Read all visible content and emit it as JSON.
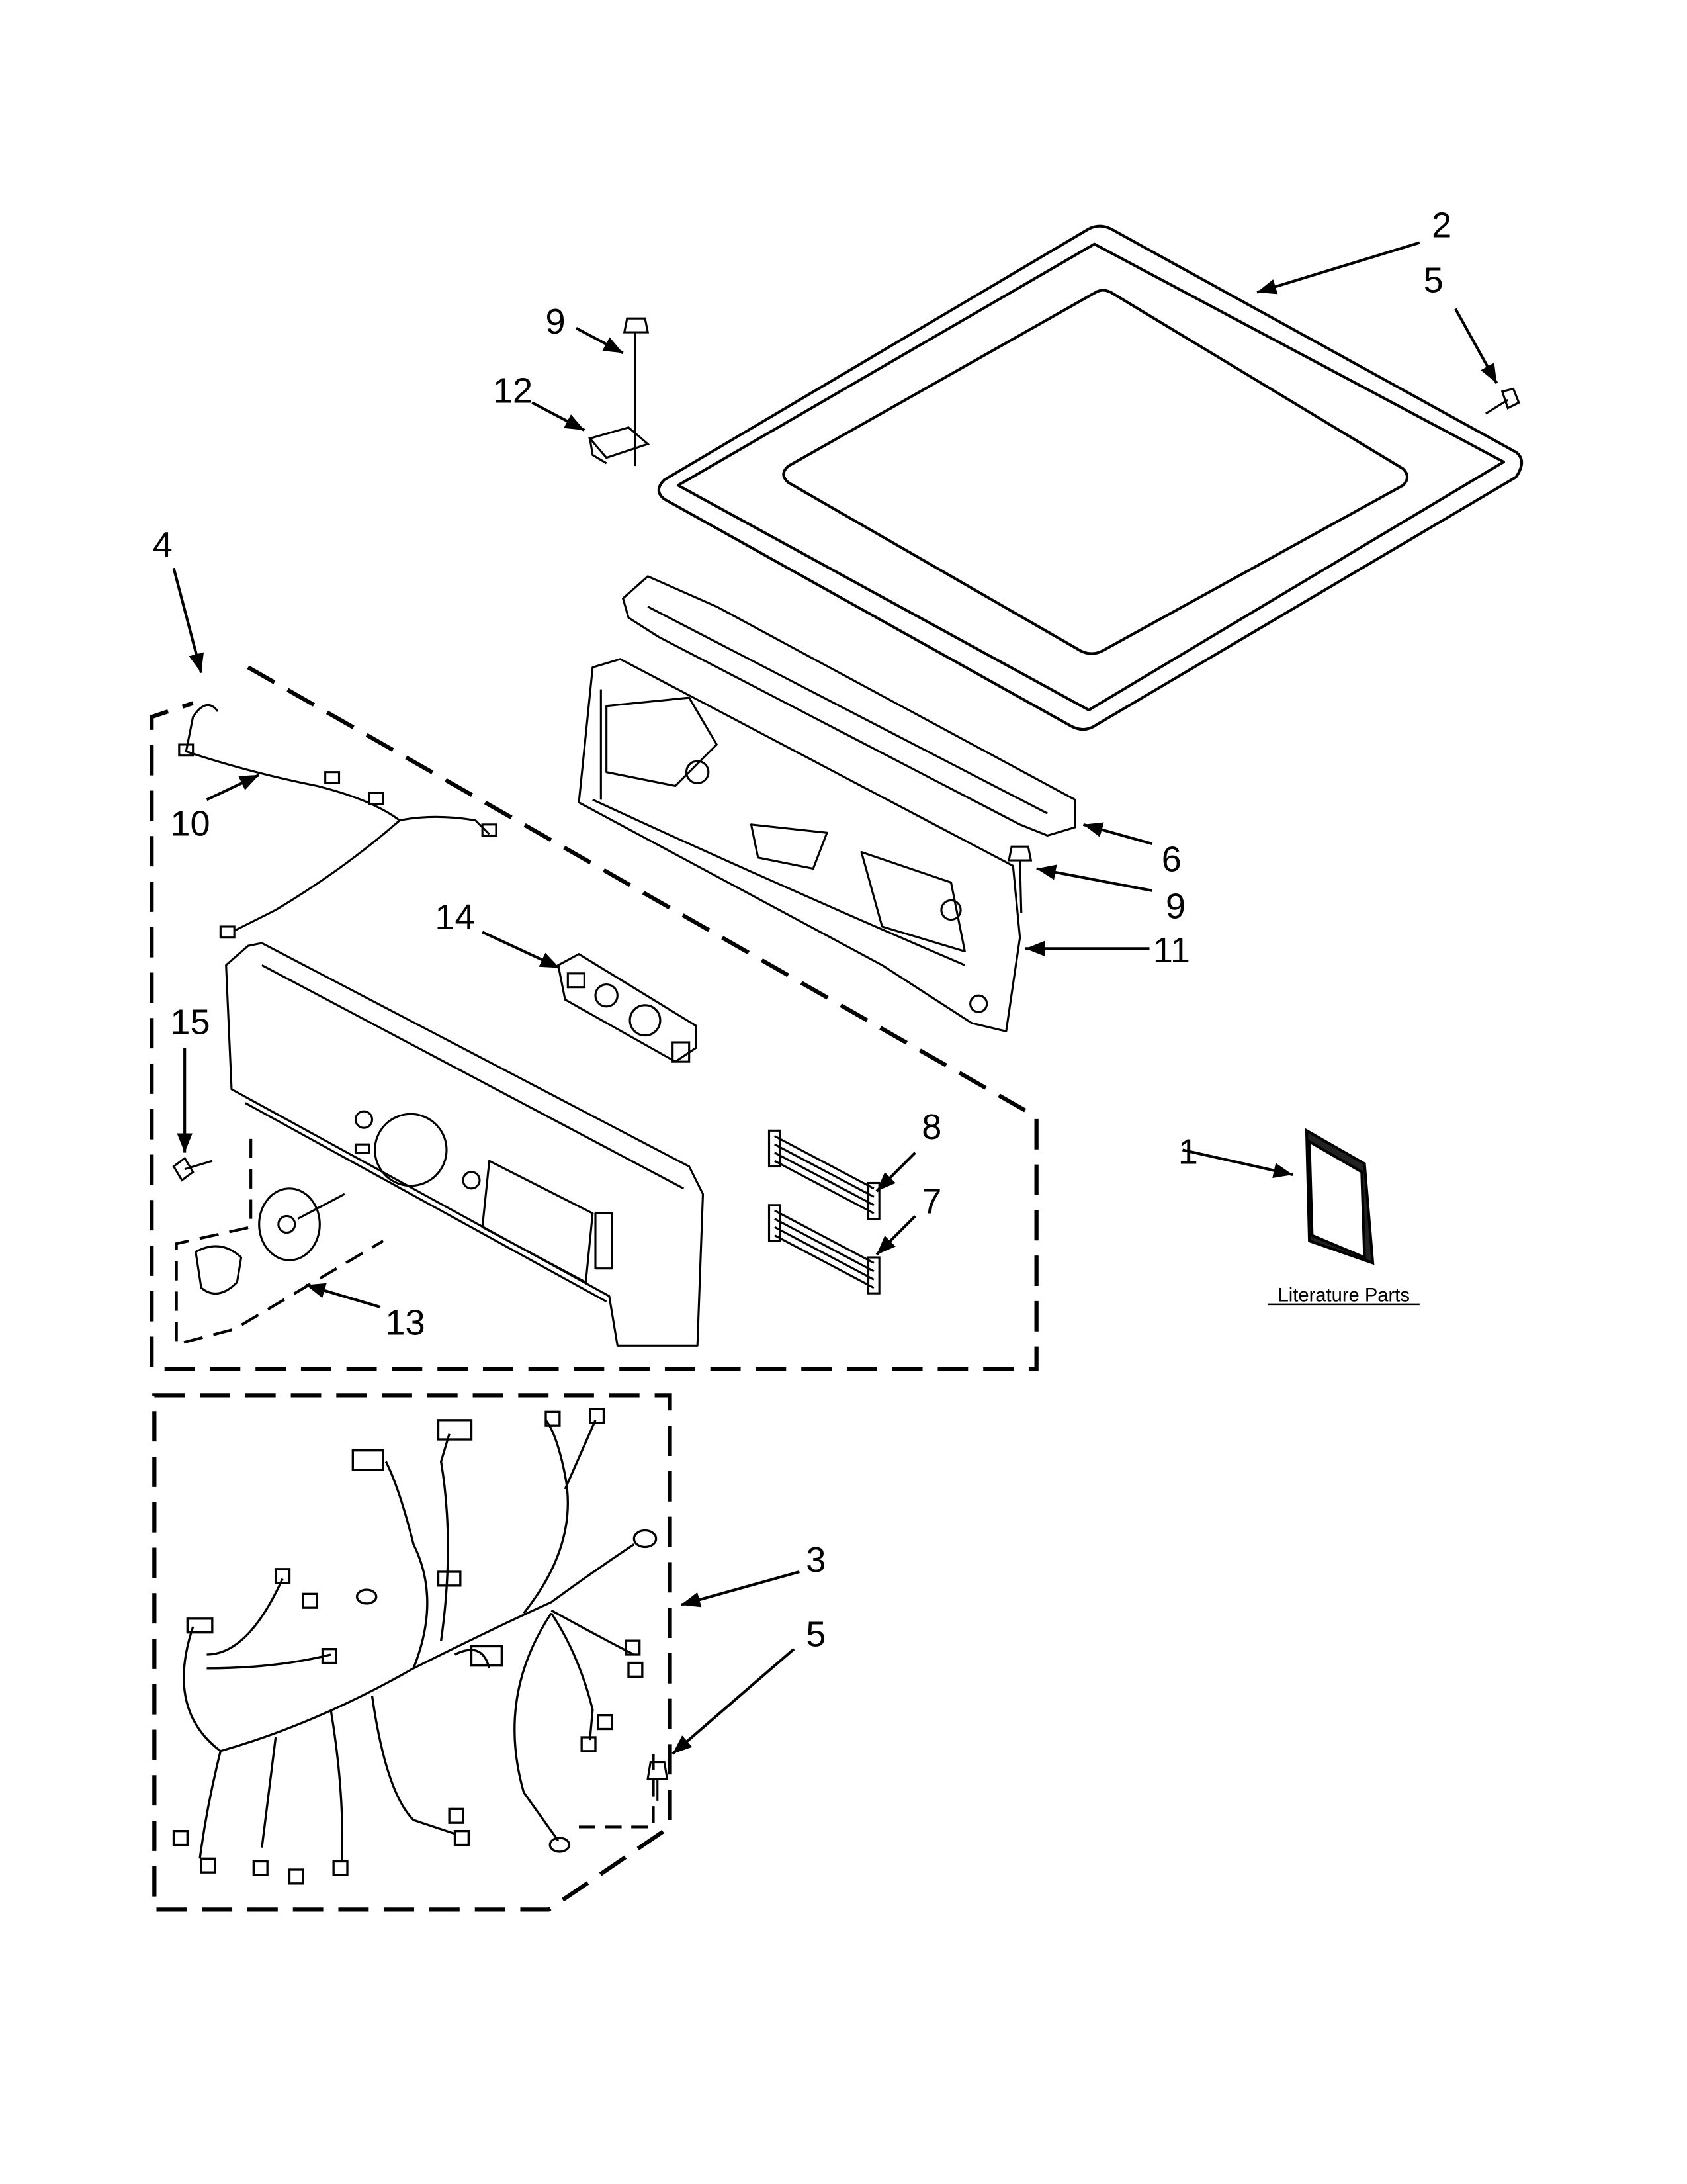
{
  "callouts": {
    "c1": "1",
    "c2": "2",
    "c3": "3",
    "c4": "4",
    "c5a": "5",
    "c5b": "5",
    "c6": "6",
    "c7": "7",
    "c8": "8",
    "c9a": "9",
    "c9b": "9",
    "c10": "10",
    "c11": "11",
    "c12": "12",
    "c13": "13",
    "c14": "14",
    "c15": "15"
  },
  "literature": {
    "label": "Literature Parts"
  },
  "colors": {
    "ink": "#000000",
    "background": "#ffffff"
  }
}
